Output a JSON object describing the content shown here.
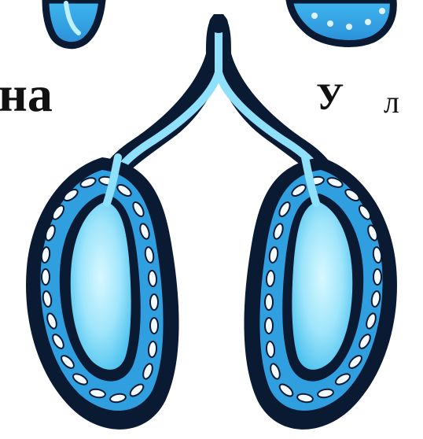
{
  "labels": {
    "left_fragment": "на",
    "right_fragment_a": "У",
    "right_fragment_b": "л"
  },
  "colors": {
    "outline": "#0a1a33",
    "lumen_light": "#b9f0ff",
    "lumen_mid": "#5fcdf2",
    "wall_blue": "#2aa3e6",
    "background": "#ffffff"
  },
  "icons": {
    "left_organ": "lung-left-icon",
    "right_organ": "lung-right-icon",
    "trachea": "trachea-icon"
  }
}
